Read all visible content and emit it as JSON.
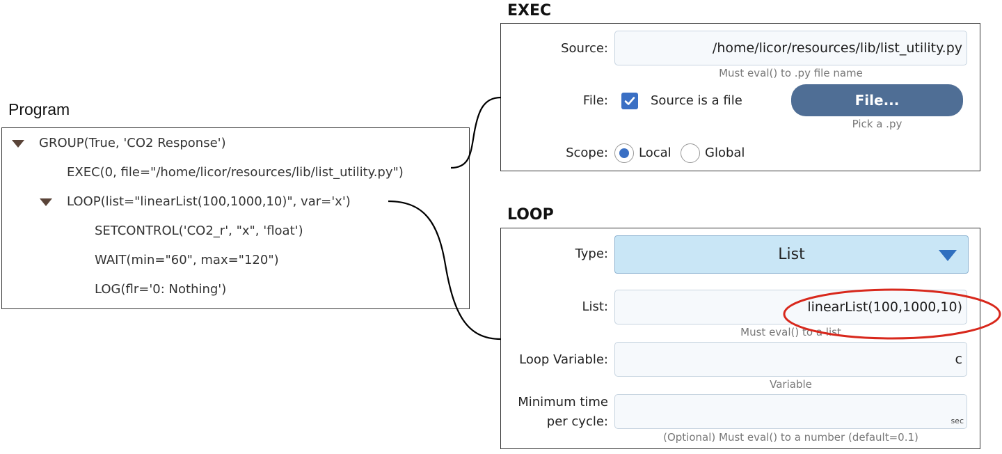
{
  "program": {
    "title": "Program",
    "lines": [
      "GROUP(True, 'CO2 Response')",
      "EXEC(0, file=\"/home/licor/resources/lib/list_utility.py\")",
      "LOOP(list=\"linearList(100,1000,10)\", var='x')",
      "SETCONTROL('CO2_r', \"x\", 'float')",
      "WAIT(min=\"60\", max=\"120\")",
      "LOG(flr='0: Nothing')"
    ]
  },
  "exec": {
    "title": "EXEC",
    "source_label": "Source:",
    "source_value": "/home/licor/resources/lib/list_utility.py",
    "source_hint": "Must eval() to .py file name",
    "file_label": "File:",
    "checkbox_label": "Source is a file",
    "checkbox_checked": true,
    "file_button": "File...",
    "file_hint": "Pick a .py",
    "scope_label": "Scope:",
    "scope_options": [
      "Local",
      "Global"
    ],
    "scope_selected": "Local"
  },
  "loop": {
    "title": "LOOP",
    "type_label": "Type:",
    "type_value": "List",
    "list_label": "List:",
    "list_value": "linearList(100,1000,10)",
    "list_hint": "Must eval() to a list",
    "var_label": "Loop Variable:",
    "var_value": "c",
    "var_hint": "Variable",
    "min_label_1": "Minimum time",
    "min_label_2": "per cycle:",
    "min_value": "",
    "min_unit": "sec",
    "min_hint": "(Optional) Must eval() to a number (default=0.1)"
  },
  "colors": {
    "accent": "#3a6fc4",
    "button": "#4f6e95",
    "select_bg": "#c9e6f6",
    "highlight_ellipse": "#d8281c"
  }
}
